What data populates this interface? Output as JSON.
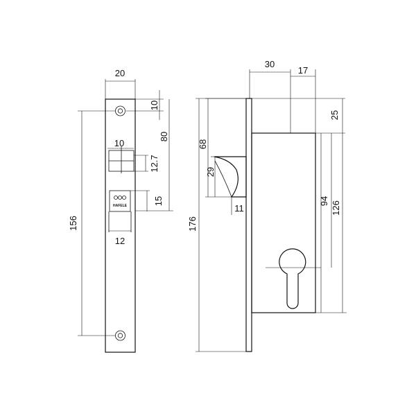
{
  "faceplate": {
    "dims": {
      "width": "20",
      "top_screw_offset": "10",
      "latch_height_offset": "80",
      "latch_width": "10",
      "latch_height": "12.7",
      "logo_block_height": "15",
      "logo_block_width": "12",
      "screw_spacing": "156"
    },
    "logo_text": "HAFELE"
  },
  "body": {
    "dims": {
      "backset": "30",
      "case_offset": "17",
      "top_offset": "25",
      "latch_position": "68",
      "latch_height": "29",
      "latch_depth": "11",
      "cylinder_distance_1": "94",
      "cylinder_distance_2": "126",
      "total_height": "176"
    }
  }
}
